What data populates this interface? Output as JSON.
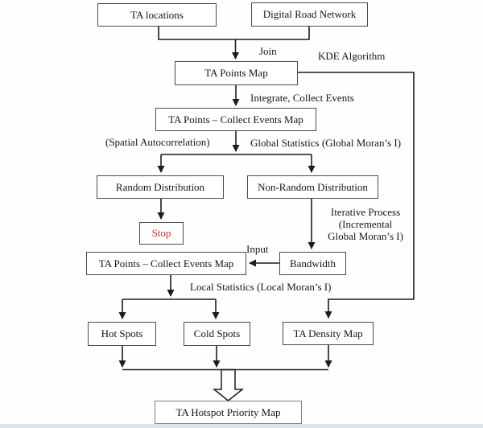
{
  "diagram": {
    "nodes": {
      "ta_locations": "TA locations",
      "digital_road_network": "Digital Road Network",
      "ta_points_map": "TA Points Map",
      "ta_points_collect_1": "TA Points – Collect Events Map",
      "random_distribution": "Random Distribution",
      "non_random_distribution": "Non-Random Distribution",
      "stop": "Stop",
      "ta_points_collect_2": "TA Points – Collect Events Map",
      "bandwidth": "Bandwidth",
      "hot_spots": "Hot Spots",
      "cold_spots": "Cold Spots",
      "ta_density_map": "TA Density Map",
      "ta_hotspot_priority_map": "TA Hotspot Priority Map"
    },
    "labels": {
      "join": "Join",
      "kde_algorithm": "KDE Algorithm",
      "integrate_collect_events": "Integrate, Collect Events",
      "spatial_autocorrelation": "(Spatial Autocorrelation)",
      "global_statistics": "Global Statistics (Global Moran’s I)",
      "iterative_line1": "Iterative Process",
      "iterative_line2": "(Incremental",
      "iterative_line3": "Global Moran’s I)",
      "input": "Input",
      "local_statistics": "Local Statistics (Local Moran’s I)"
    },
    "colors": {
      "stop_text": "#bf3434",
      "line": "#1c1c1c",
      "box_border": "#4a4a4a",
      "background": "#ffffff",
      "bottom_strip": "#dbe4ee"
    }
  }
}
